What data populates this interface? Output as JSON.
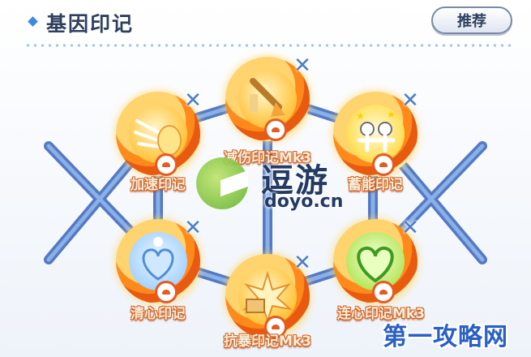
{
  "header": {
    "title": "基因印记",
    "recommend_label": "推荐"
  },
  "marks": [
    {
      "id": "jianshang",
      "label": "减伤印记Mk3",
      "icon": "sword-shield-icon"
    },
    {
      "id": "jiasu",
      "label": "加速印记",
      "icon": "speed-hand-icon"
    },
    {
      "id": "xuneng",
      "label": "蓄能印记",
      "icon": "cheering-figures-icon"
    },
    {
      "id": "qingxin",
      "label": "清心印记",
      "icon": "heart-shield-icon"
    },
    {
      "id": "kangbao",
      "label": "抗暴印记Mk3",
      "icon": "burst-icon"
    },
    {
      "id": "lianxin",
      "label": "连心印记Mk3",
      "icon": "green-heart-icon"
    }
  ],
  "watermark": {
    "brand": "逗游",
    "url": "doyo.cn",
    "site": "第一攻略网"
  },
  "colors": {
    "title": "#2e3f5e",
    "accent": "#3d8be0",
    "node_ring": "#ff8a1c",
    "close_icon": "#4a7fc8",
    "label_stroke": "#d8621e"
  }
}
